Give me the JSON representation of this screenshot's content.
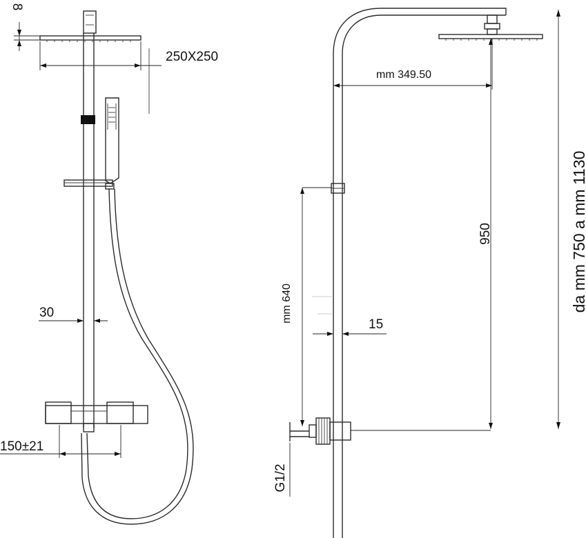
{
  "left_view": {
    "head_thickness": "8",
    "head_size": "250X250",
    "bar_diameter": "30",
    "inlet_spacing": "150±21"
  },
  "right_view": {
    "arm_length": "mm 349.50",
    "height_to_head": "950",
    "slide_range": "mm 640",
    "bar_offset": "15",
    "connection": "G1/2",
    "total_height": "da mm 750 a mm 1130"
  }
}
